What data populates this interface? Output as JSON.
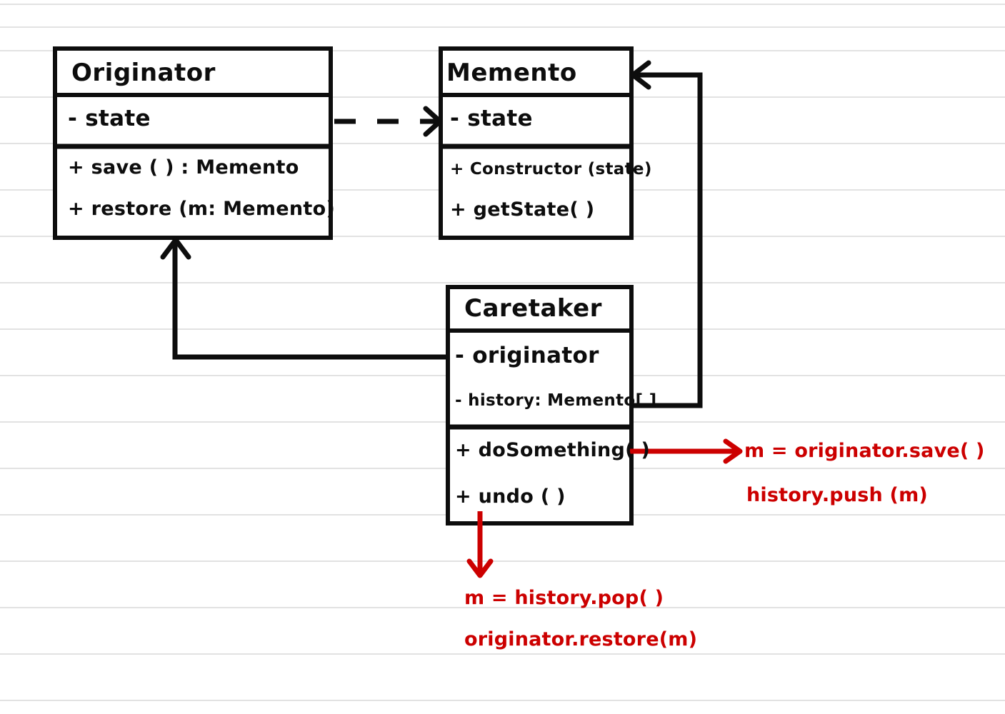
{
  "page": {
    "background_color": "#ffffff",
    "ink_color": "#0d0d0d",
    "annotation_color": "#cc0000",
    "rule_line_color": "#e2e2e2",
    "style": "hand-drawn UML class diagram on ruled notebook paper",
    "pattern_name": "Memento"
  },
  "classes": [
    {
      "id": "originator",
      "name": "Originator",
      "attributes": [
        "- state"
      ],
      "operations": [
        "+ save ( ) : Memento",
        "+ restore (m: Memento)"
      ]
    },
    {
      "id": "memento",
      "name": "Memento",
      "attributes": [
        "- state"
      ],
      "operations": [
        "+ Constructor (state)",
        "+ getState( )"
      ]
    },
    {
      "id": "caretaker",
      "name": "Caretaker",
      "attributes": [
        "- originator",
        "- history: Memento[ ]"
      ],
      "operations": [
        "+ doSomething( )",
        "+ undo ( )"
      ]
    }
  ],
  "relations": [
    {
      "id": "originator-to-memento",
      "from": "Originator",
      "to": "Memento",
      "kind": "dependency",
      "line_style": "dashed",
      "arrowhead": "open"
    },
    {
      "id": "caretaker-to-originator",
      "from": "Caretaker",
      "to": "Originator",
      "kind": "association",
      "line_style": "solid",
      "arrowhead": "open",
      "source_member": "- originator"
    },
    {
      "id": "caretaker-to-memento",
      "from": "Caretaker",
      "to": "Memento",
      "kind": "association",
      "line_style": "solid",
      "arrowhead": "open",
      "source_member": "- history: Memento[ ]"
    }
  ],
  "annotations": [
    {
      "id": "dosomething-note",
      "attached_to": "+ doSomething( )",
      "arrow_direction": "right",
      "lines": [
        "m = originator.save( )",
        "history.push (m)"
      ]
    },
    {
      "id": "undo-note",
      "attached_to": "+ undo ( )",
      "arrow_direction": "down",
      "lines": [
        "m = history.pop( )",
        "originator.restore(m)"
      ]
    }
  ]
}
